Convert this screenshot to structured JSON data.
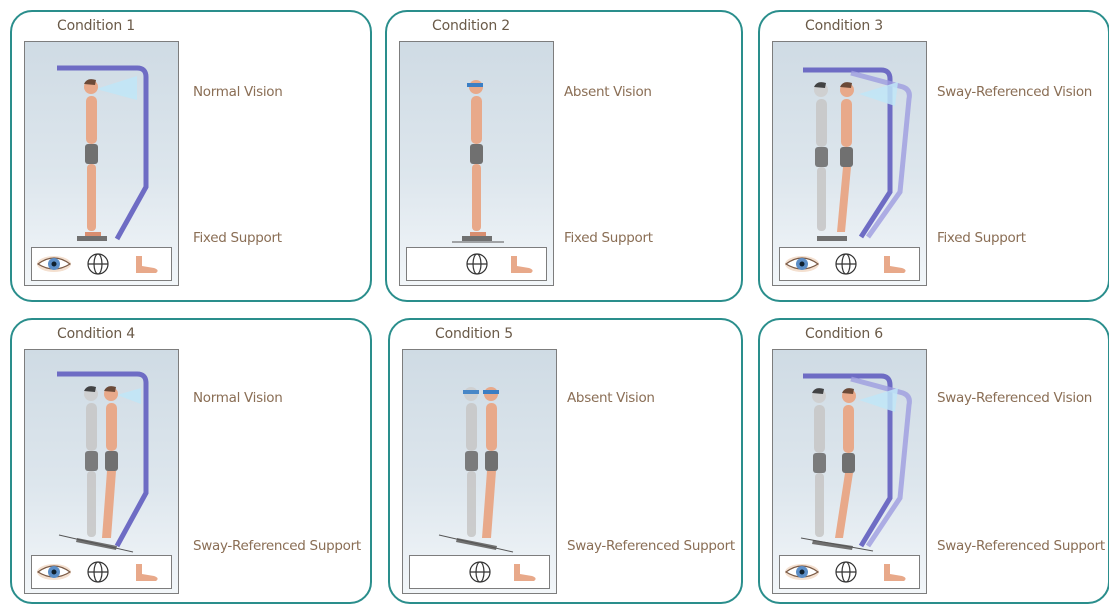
{
  "conditions": [
    {
      "title": "Condition 1",
      "vision": "Normal Vision",
      "support": "Fixed Support"
    },
    {
      "title": "Condition 2",
      "vision": "Absent Vision",
      "support": "Fixed Support"
    },
    {
      "title": "Condition 3",
      "vision": "Sway-Referenced Vision",
      "support": "Fixed Support"
    },
    {
      "title": "Condition 4",
      "vision": "Normal Vision",
      "support": "Sway-Referenced Support"
    },
    {
      "title": "Condition 5",
      "vision": "Absent Vision",
      "support": "Sway-Referenced Support"
    },
    {
      "title": "Condition 6",
      "vision": "Sway-Referenced Vision",
      "support": "Sway-Referenced Support"
    }
  ],
  "colors": {
    "border": "#2a8e8c",
    "visual_surround": "#6e6cc4",
    "skin": "#e8a98a",
    "shorts": "#707070",
    "label_text": "#8a6e55"
  },
  "icons": [
    "eye-icon",
    "vestibular-icon",
    "foot-icon",
    "blindfold-icon"
  ]
}
